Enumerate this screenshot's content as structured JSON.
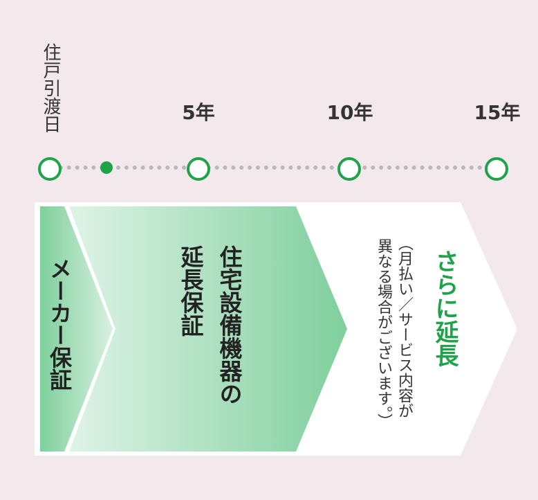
{
  "timeline": {
    "start_label": "住戸引渡日",
    "years": [
      "5年",
      "10年",
      "15年"
    ]
  },
  "phases": {
    "maker": "メーカー保証",
    "housing_line1": "住宅設備機器の",
    "housing_line2": "延長保証",
    "further": "さらに延長",
    "note_line1": "（月払い／サービス内容が",
    "note_line2": "異なる場合がございます。）"
  },
  "colors": {
    "accent_green": "#1fa34a",
    "background": "#f3e8ec"
  }
}
